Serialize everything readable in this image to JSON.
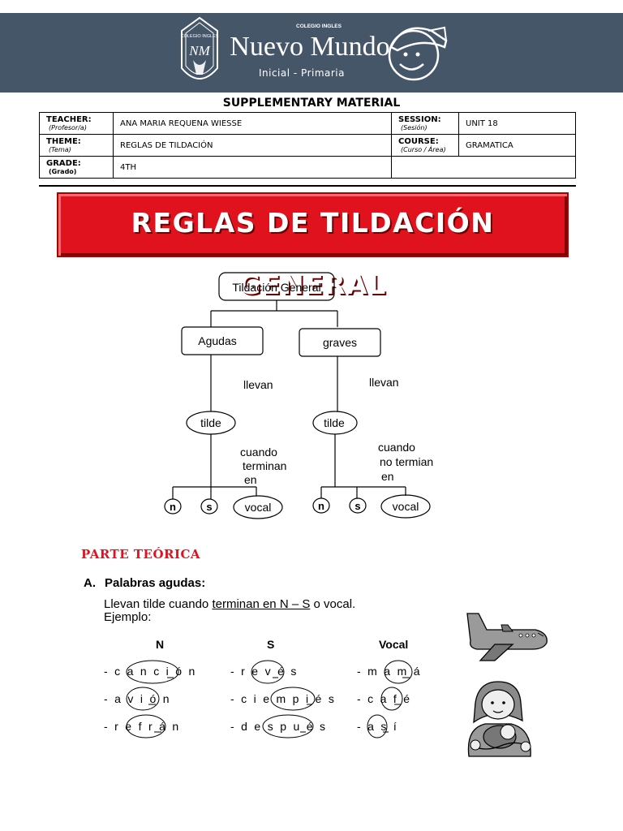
{
  "header": {
    "school_small": "COLEGIO INGLES",
    "school_name": "Nuevo Mundo",
    "levels": "Inicial - Primaria",
    "crest_top": "COLEGIO INGLES",
    "crest_initials": "NM",
    "colors": {
      "banner": "#465669",
      "accent_red": "#e0121e"
    }
  },
  "document_title": "SUPPLEMENTARY MATERIAL",
  "info_table": {
    "teacher_label": "TEACHER:",
    "teacher_sub": "(Profesor/a)",
    "teacher_value": "ANA MARIA REQUENA WIESSE",
    "session_label": "SESSION:",
    "session_sub": "(Sesión)",
    "session_value": "UNIT 18",
    "theme_label": "THEME:",
    "theme_sub": "(Tema)",
    "theme_value": "REGLAS DE TILDACIÓN",
    "course_label": "COURSE:",
    "course_sub": "(Curso / Área)",
    "course_value": "GRAMATICA",
    "grade_label": "GRADE:",
    "grade_sub": "(Grado)",
    "grade_value": "4TH"
  },
  "banner_title": "REGLAS DE TILDACIÓN GENERAL",
  "diagram": {
    "root": "Tildación General",
    "left_node": "Agudas",
    "right_node": "graves",
    "left_llevan": "llevan",
    "right_llevan": "llevan",
    "left_tilde": "tilde",
    "right_tilde": "tilde",
    "left_cond_1": "cuando",
    "left_cond_2": "terminan",
    "left_cond_3": "en",
    "right_cond_1": "cuando",
    "right_cond_2": "no termian",
    "right_cond_3": "en",
    "left_leaves": [
      "n",
      "s",
      "vocal"
    ],
    "right_leaves": [
      "n",
      "s",
      "vocal"
    ]
  },
  "theory": {
    "heading": "PARTE TEÓRICA",
    "section_letter": "A.",
    "section_title": "Palabras agudas:",
    "rule_pre": "Llevan tilde cuando ",
    "rule_underlined": "terminan en N – S",
    "rule_post": " o vocal.",
    "example_label": "Ejemplo:",
    "columns": [
      "N",
      "S",
      "Vocal"
    ],
    "words_n": [
      "- c a n c i ó n",
      "- a v i ó n",
      "- r e f r á n"
    ],
    "words_s": [
      "- r e v é s",
      "- c i e m p i é s",
      "- d e s p u é s"
    ],
    "words_vocal": [
      "- m a m á",
      "- c a f é",
      "- a s í"
    ]
  },
  "images": {
    "airplane": "airplane-illustration",
    "mother": "mother-with-baby-illustration"
  }
}
